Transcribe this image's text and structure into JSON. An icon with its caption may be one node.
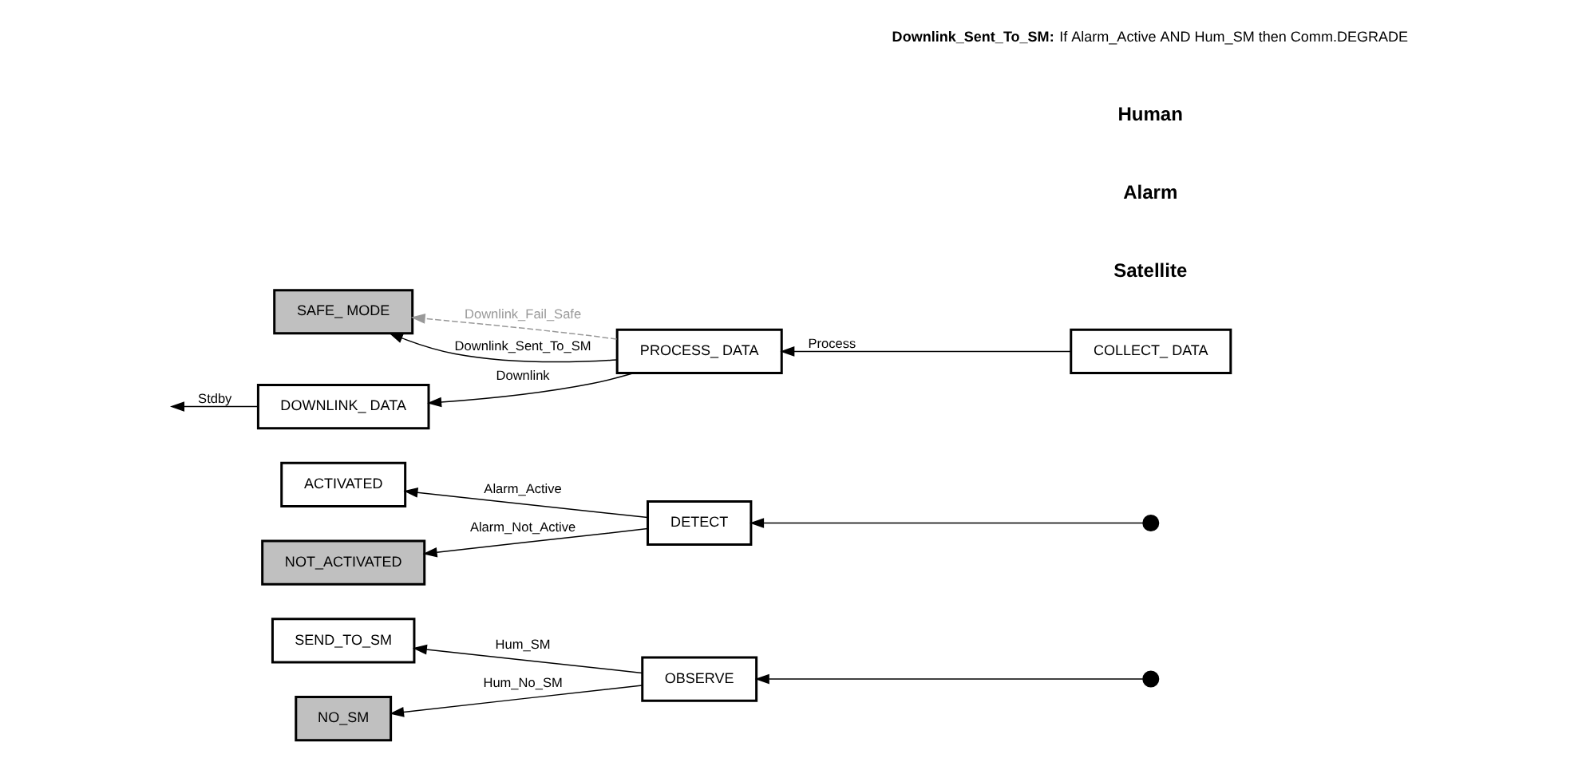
{
  "diagram": {
    "nodes": [
      {
        "text": [
          "DOWNLINK_ DATA"
        ]
      },
      {
        "text": [
          "PROCESS_ DATA"
        ]
      },
      {
        "text": [
          "COLLECT_ DATA"
        ]
      },
      {
        "text": [
          "SAFE_ MODE"
        ]
      },
      {
        "text": [
          "DETECT"
        ]
      },
      {
        "text": [
          "NOT_ACTIVATED"
        ]
      },
      {
        "text": [
          "ACTIVATED"
        ]
      },
      {
        "text": [
          "OBSERVE"
        ]
      },
      {
        "text": [
          "NO_SM"
        ]
      },
      {
        "text": [
          "SEND_TO_SM"
        ]
      },
      {
        "text": [],
        "shape": "circle"
      },
      {
        "text": [],
        "shape": "circle"
      }
    ],
    "edges": [
      {
        "from": 0,
        "to": null,
        "arrow": "to",
        "label": "Stdby"
      },
      {
        "from": 1,
        "to": 0,
        "arrow": "to",
        "label": "Downlink"
      },
      {
        "from": 2,
        "to": 1,
        "arrow": "to",
        "label": "Process"
      },
      {
        "from": 1,
        "to": 3,
        "arrow": "to",
        "label": "Downlink_Fail_Safe",
        "style": "dashed",
        "color": "#999999"
      },
      {
        "from": 1,
        "to": 3,
        "arrow": "to",
        "label": "Downlink_Sent_To_SM"
      },
      {
        "from": 4,
        "to": 5,
        "arrow": "to",
        "label": "Alarm_Not_Active"
      },
      {
        "from": 4,
        "to": 6,
        "arrow": "to",
        "label": "Alarm_Active"
      },
      {
        "from": 10,
        "to": 4,
        "arrow": "to"
      },
      {
        "from": 7,
        "to": 8,
        "arrow": "to",
        "label": "Hum_No_SM"
      },
      {
        "from": 7,
        "to": 9,
        "arrow": "to",
        "label": "Hum_SM"
      },
      {
        "from": 11,
        "to": 7,
        "arrow": "to"
      }
    ],
    "labels": [
      "Satellite",
      "Alarm",
      "Human",
      "**Downlink_Sent_To_SM:** If Alarm_Active AND Hum_SM then Comm.DEGRADE"
    ]
  }
}
